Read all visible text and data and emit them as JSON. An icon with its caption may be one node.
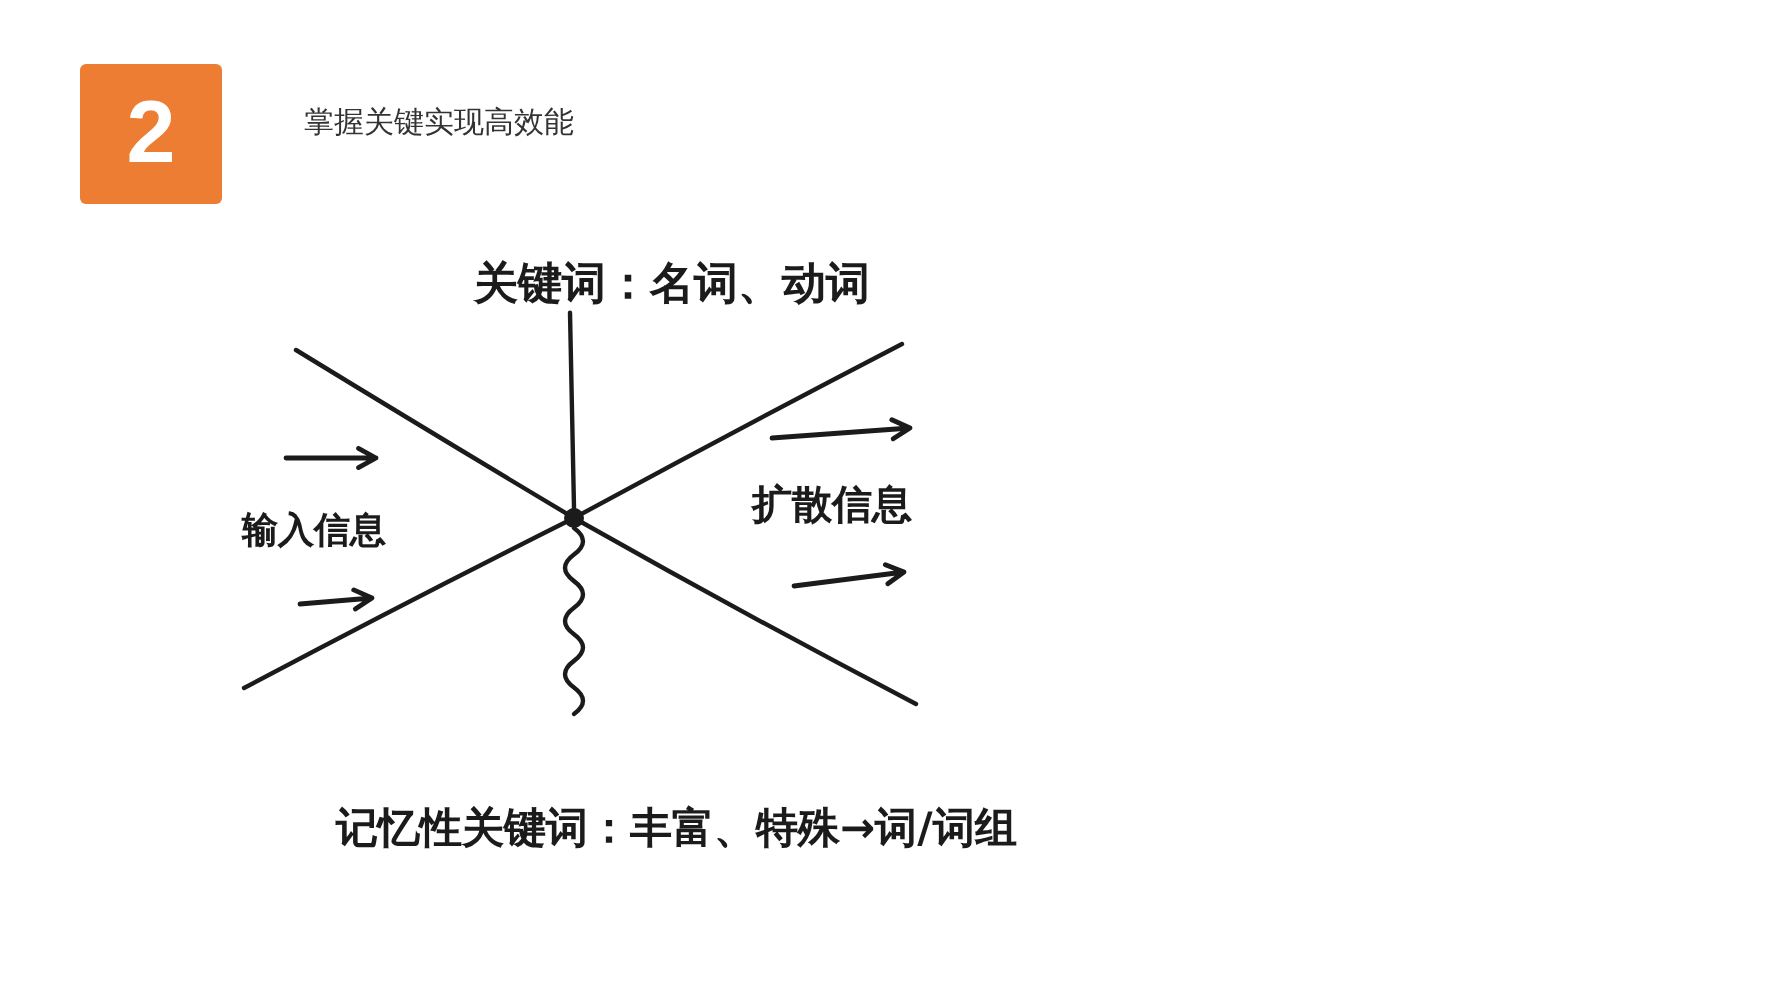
{
  "diagram": {
    "title": "掌握关键实现高效能",
    "nodes": [
      {
        "text": [
          "2"
        ]
      },
      {
        "text": [
          "关键词：名词、动词"
        ]
      },
      {
        "text": [],
        "shape": "circle"
      }
    ],
    "edges": [
      {
        "from": 1,
        "to": 2,
        "arrow": "none"
      },
      {
        "from": 2,
        "to": null,
        "arrow": "none"
      }
    ],
    "labels": [
      "输入信息",
      "扩散信息",
      "记忆性关键词：丰富、特殊→词/词组"
    ]
  }
}
